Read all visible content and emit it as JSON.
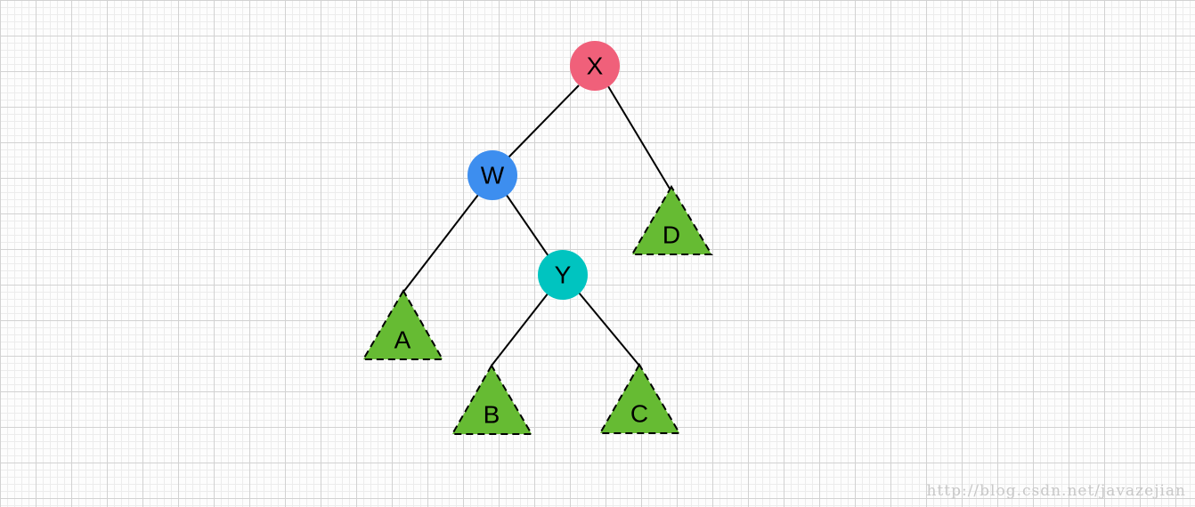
{
  "diagram": {
    "edge_color": "#000000",
    "subtree_color": "#66bb33",
    "nodes": [
      {
        "id": "x",
        "label": "X",
        "color": "#f0607a"
      },
      {
        "id": "w",
        "label": "W",
        "color": "#3d8eef"
      },
      {
        "id": "y",
        "label": "Y",
        "color": "#00c4c0"
      }
    ],
    "subtrees": [
      {
        "id": "a",
        "label": "A"
      },
      {
        "id": "b",
        "label": "B"
      },
      {
        "id": "c",
        "label": "C"
      },
      {
        "id": "d",
        "label": "D"
      }
    ],
    "edges": [
      [
        "x",
        "w"
      ],
      [
        "x",
        "d"
      ],
      [
        "w",
        "a"
      ],
      [
        "w",
        "y"
      ],
      [
        "y",
        "b"
      ],
      [
        "y",
        "c"
      ]
    ]
  },
  "watermark": "http://blog.csdn.net/javazejian"
}
